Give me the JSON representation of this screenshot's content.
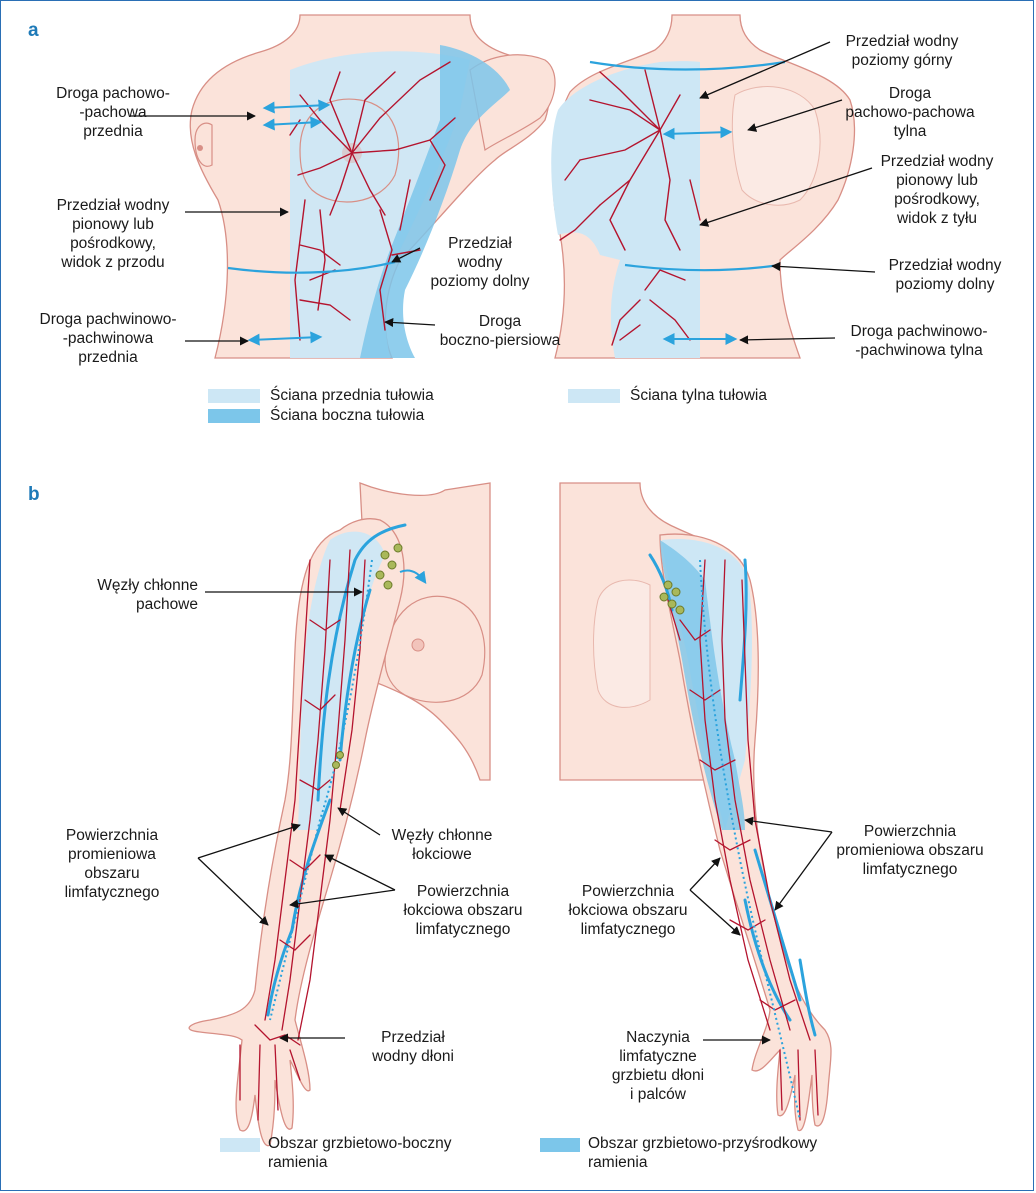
{
  "panels": {
    "a": "a",
    "b": "b"
  },
  "colors": {
    "skin": "#fbe3da",
    "skin_outline": "#d88f86",
    "vessel": "#b4142e",
    "light_blue": "#cde7f5",
    "mid_blue": "#7cc6ea",
    "arrow_blue": "#2ba3dd",
    "leader": "#111111",
    "node_green": "#8a9a3e"
  },
  "labels_a": {
    "pachowo_przednia": "Droga pachowo-\n-pachowa\nprzednia",
    "pionowy_przod": "Przedział wodny\npionowy lub\npośrodkowy,\nwidok z przodu",
    "poziomy_dolny_front": "Przedział\nwodny\npoziomy dolny",
    "pachwinowa_przednia": "Droga pachwinowo-\n-pachwinowa\nprzednia",
    "boczno_piersiowa": "Droga\nboczno-piersiowa",
    "poziomy_gorny": "Przedział wodny\npoziomy górny",
    "pachowa_tylna": "Droga\npachowo-pachowa\ntylna",
    "pionowy_tyl": "Przedział wodny\npionowy lub\npośrodkowy,\nwidok z tyłu",
    "poziomy_dolny_back": "Przedział wodny\npoziomy dolny",
    "pachwinowa_tylna": "Droga pachwinowo-\n-pachwinowa tylna"
  },
  "legend_a": {
    "front_wall": "Ściana przednia tułowia",
    "side_wall": "Ściana boczna tułowia",
    "back_wall": "Ściana tylna tułowia"
  },
  "labels_b": {
    "wezly_pachowe": "Węzły chłonne\npachowe",
    "promieniowa_left": "Powierzchnia\npromieniowa\nobszaru\nlimfatycznego",
    "wezly_lokciowe": "Węzły chłonne\nłokciowe",
    "lokciowa_left": "Powierzchnia\nłokciowa obszaru\nlimfatycznego",
    "wodny_dloni": "Przedział\nwodny dłoni",
    "promieniowa_right": "Powierzchnia\npromieniowa obszaru\nlimfatycznego",
    "lokciowa_right": "Powierzchnia\nłokciowa obszaru\nlimfatycznego",
    "naczynia": "Naczynia\nlimfatyczne\ngrzbietu dłoni\ni palców"
  },
  "legend_b": {
    "dorsolateral": "Obszar grzbietowo-boczny\nramienia",
    "dorsomedial": "Obszar grzbietowo-przyśrodkowy\nramienia"
  }
}
